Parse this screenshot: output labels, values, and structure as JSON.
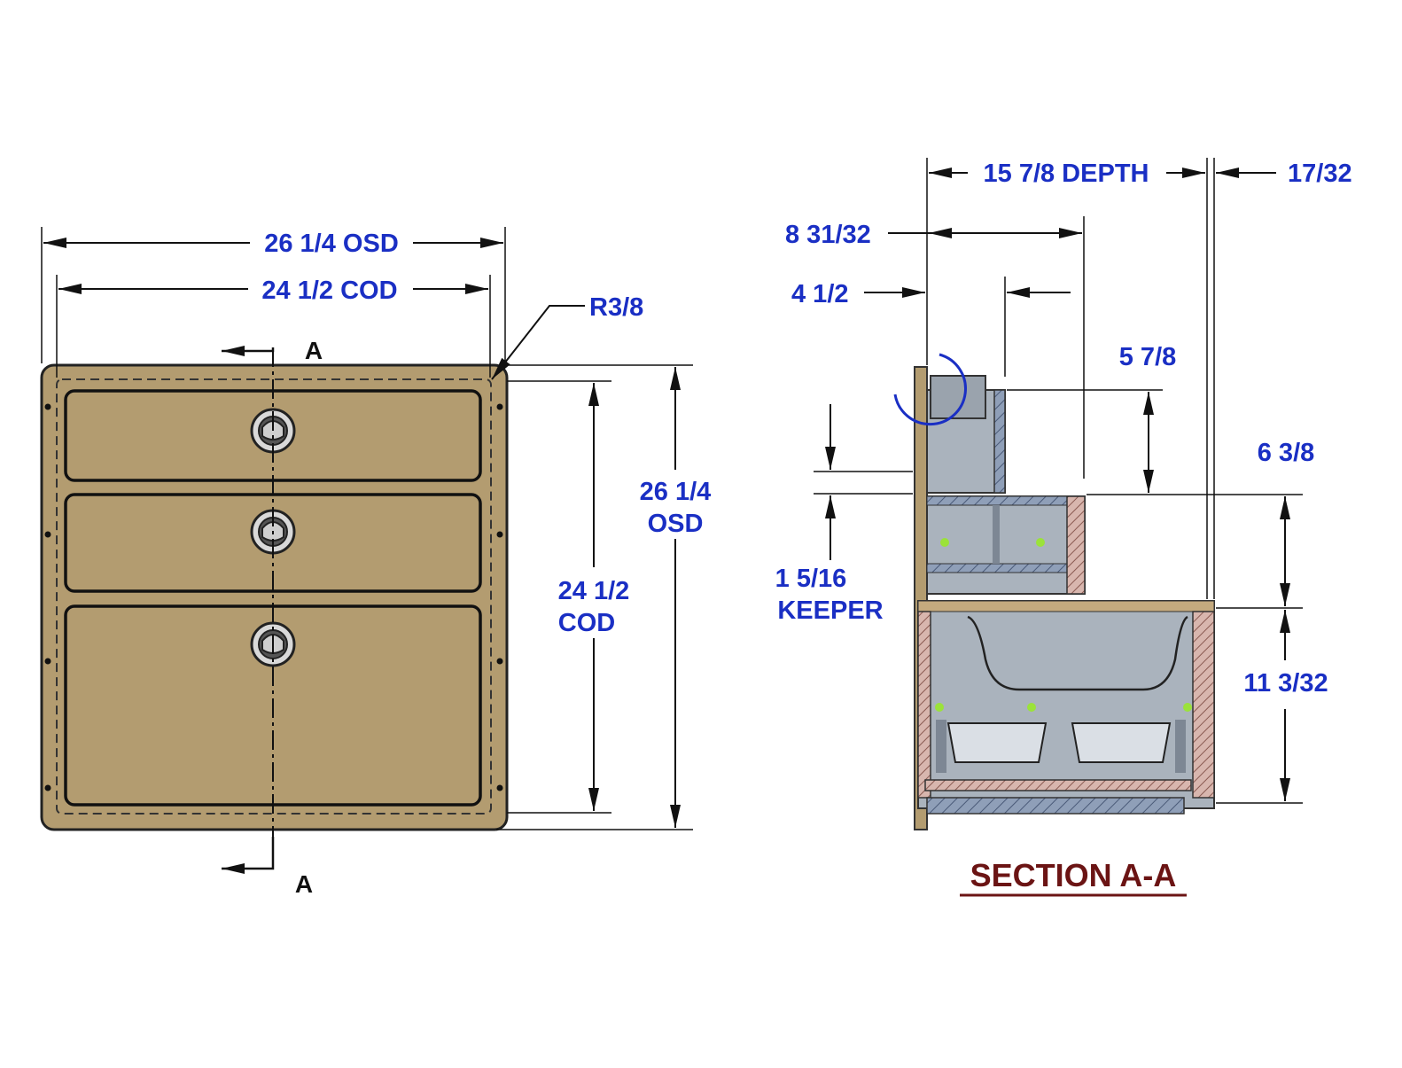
{
  "colors": {
    "dimension_text": "#1a2fc4",
    "line": "#111111",
    "panel_fill": "#b39c70",
    "section_gray": "#aab3bd",
    "section_title": "#6b1414",
    "hatch_pink": "#c9a39a",
    "indicator_green": "#9be23a"
  },
  "front_view": {
    "width_osd": "26 1/4 OSD",
    "width_cod": "24 1/2 COD",
    "corner_radius": "R3/8",
    "height_osd_line1": "26 1/4",
    "height_osd_line2": "OSD",
    "height_cod_line1": "24 1/2",
    "height_cod_line2": "COD",
    "section_mark_top": "A",
    "section_mark_bottom": "A",
    "drawer_count": 3,
    "latch_icon": "flush-ring-latch-icon"
  },
  "section_view": {
    "depth": "15 7/8 DEPTH",
    "flange": "17/32",
    "dim_8_31_32": "8 31/32",
    "dim_4_1_2": "4 1/2",
    "dim_5_7_8": "5 7/8",
    "dim_6_3_8": "6 3/8",
    "dim_11_3_32": "11 3/32",
    "keeper_line1": "1 5/16",
    "keeper_line2": "KEEPER",
    "title": "SECTION A-A"
  }
}
